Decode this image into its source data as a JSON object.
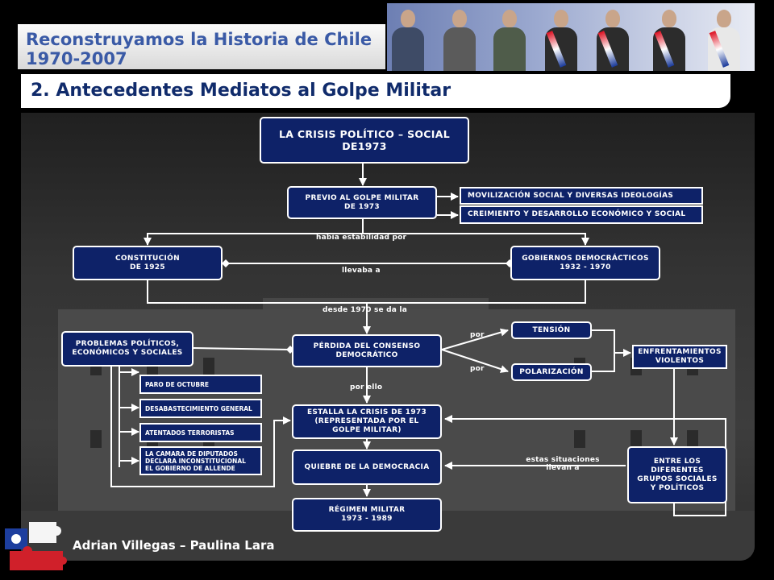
{
  "header": {
    "title_line1": "Reconstruyamos la Historia de Chile",
    "title_line2": "1970-2007",
    "subtitle": "2. Antecedentes Mediatos al Golpe Militar"
  },
  "diagram": {
    "nodes": {
      "crisis": [
        "LA CRISIS POLÍTICO – SOCIAL",
        "DE1973"
      ],
      "previo": [
        "PREVIO AL GOLPE MILITAR",
        "DE 1973"
      ],
      "movilizacion": "MOVILIZACIÓN SOCIAL Y DIVERSAS IDEOLOGÍAS",
      "crecimiento": "CREIMIENTO Y DESARROLLO ECONÓMICO Y SOCIAL",
      "constitucion": [
        "CONSTITUCIÓN",
        "DE 1925"
      ],
      "gobiernos": [
        "GOBIERNOS DEMOCRÁCTICOS",
        "1932 - 1970"
      ],
      "problemas": [
        "PROBLEMAS POLÍTICOS,",
        "ECONÓMICOS Y SOCIALES"
      ],
      "perdida": [
        "PÉRDIDA DEL CONSENSO",
        "DEMOCRÁTICO"
      ],
      "tension": "TENSIÓN",
      "polarizacion": "POLARIZACIÓN",
      "enfrentamientos": [
        "ENFRENTAMIENTOS",
        "VIOLENTOS"
      ],
      "paro": "PARO DE OCTUBRE",
      "desabastecimiento": "DESABASTECIMIENTO GENERAL",
      "atentados": "ATENTADOS TERRORISTAS",
      "camara": [
        "LA CAMARA DE DIPUTADOS",
        "DECLARA INCONSTITUCIONAL",
        "EL GOBIERNO DE ALLENDE"
      ],
      "estalla": [
        "ESTALLA LA CRISIS DE 1973",
        "(REPRESENTADA POR EL",
        "GOLPE MILITAR)"
      ],
      "quiebre": "QUIEBRE DE LA DEMOCRACIA",
      "regimen": [
        "RÉGIMEN MILITAR",
        "1973 - 1989"
      ],
      "entre": [
        "ENTRE LOS",
        "DIFERENTES",
        "GRUPOS SOCIALES",
        "Y POLÍTICOS"
      ]
    },
    "labels": {
      "habia": "había estabilidad por",
      "llevaba": "llevaba a",
      "desde": "desde 1970 se da la",
      "por_top": "por",
      "por_bottom": "por",
      "por_ello": "por ello",
      "estas_1": "estas situaciones",
      "estas_2": "llevan  a"
    }
  },
  "footer": {
    "authors": "Adrian Villegas – Paulina Lara"
  },
  "colors": {
    "node_fill": "#0e2268",
    "header_blue": "#3a5aa6",
    "subtitle_blue": "#102b6b",
    "logo_blue": "#1d3e9e",
    "logo_red": "#d0202a"
  },
  "icons": [
    "chile-puzzle-logo"
  ]
}
